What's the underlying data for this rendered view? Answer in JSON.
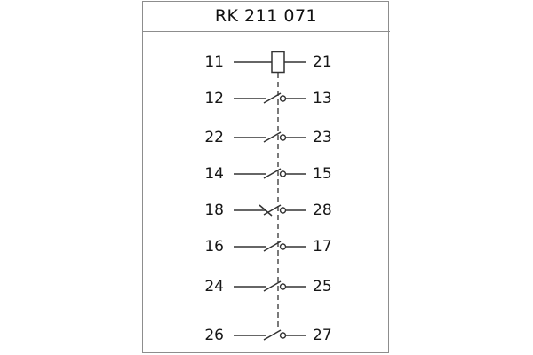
{
  "title": "RK 211 071",
  "diagram": {
    "colors": {
      "line": "#333333",
      "border": "#8d8d8d",
      "text": "#161616",
      "background": "#ffffff"
    },
    "rows": [
      {
        "left": "11",
        "right": "21",
        "symbol": "coil"
      },
      {
        "left": "12",
        "right": "13",
        "symbol": "no-contact"
      },
      {
        "left": "22",
        "right": "23",
        "symbol": "no-contact"
      },
      {
        "left": "14",
        "right": "15",
        "symbol": "no-contact"
      },
      {
        "left": "18",
        "right": "28",
        "symbol": "nc-contact"
      },
      {
        "left": "16",
        "right": "17",
        "symbol": "no-contact"
      },
      {
        "left": "24",
        "right": "25",
        "symbol": "no-contact"
      },
      {
        "left": "26",
        "right": "27",
        "symbol": "no-contact"
      }
    ]
  }
}
